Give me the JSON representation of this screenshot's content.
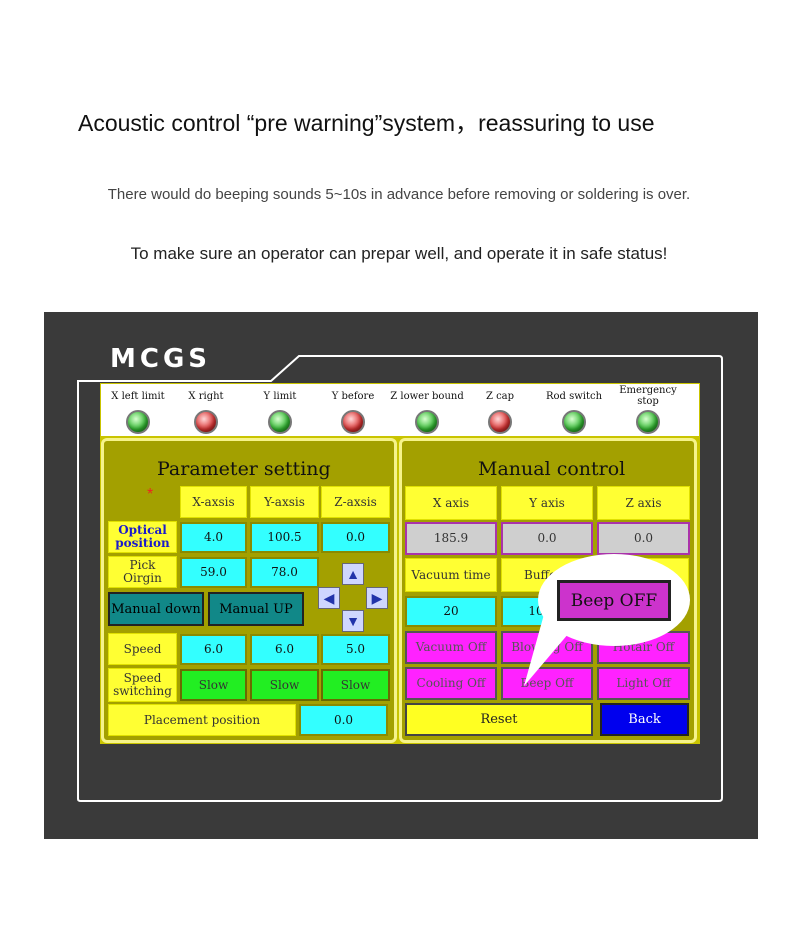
{
  "headline": "Acoustic control “pre warning”system，reassuring to use",
  "subline1": "There would do beeping sounds 5~10s in advance before removing or soldering is over.",
  "subline2": "To make sure an operator can prepar well, and operate it in safe status!",
  "brand": "MCGS",
  "status_indicators": [
    {
      "label": "X left limit",
      "color": "green"
    },
    {
      "label": "X right",
      "color": "red"
    },
    {
      "label": "Y limit",
      "color": "green"
    },
    {
      "label": "Y before",
      "color": "red"
    },
    {
      "label": "Z lower bound",
      "color": "green"
    },
    {
      "label": "Z cap",
      "color": "red"
    },
    {
      "label": "Rod switch",
      "color": "green"
    },
    {
      "label": "Emergency stop",
      "color": "green"
    }
  ],
  "param": {
    "title": "Parameter setting",
    "marker": "*",
    "headers": [
      "X-axsis",
      "Y-axsis",
      "Z-axsis"
    ],
    "optical_label": "Optical position",
    "optical_values": [
      "4.0",
      "100.5",
      "0.0"
    ],
    "pick_label": "Pick Oirgin",
    "pick_values": [
      "59.0",
      "78.0"
    ],
    "manual_down": "Manual down",
    "manual_up": "Manual UP",
    "speed_label": "Speed",
    "speed_values": [
      "6.0",
      "6.0",
      "5.0"
    ],
    "switching_label": "Speed switching",
    "switching_values": [
      "Slow",
      "Slow",
      "Slow"
    ],
    "placement_label": "Placement position",
    "placement_value": "0.0",
    "arrows": {
      "up": "▲",
      "down": "▼",
      "left": "◀",
      "right": "▶"
    }
  },
  "manual": {
    "title": "Manual control",
    "headers": [
      "X axis",
      "Y axis",
      "Z axis"
    ],
    "values": [
      "185.9",
      "0.0",
      "0.0"
    ],
    "vacuum_time_label": "Vacuum time",
    "buffer_label": "Buffer hei",
    "vacuum_time_value": "20",
    "buffer_value": "10",
    "btn_vacuum": "Vacuum Off",
    "btn_blowing": "Blowing Off",
    "btn_hotair": "Hotair Off",
    "btn_cooling": "Cooling Off",
    "btn_beep": "Beep Off",
    "btn_light": "Light Off",
    "reset": "Reset",
    "back": "Back"
  },
  "callout": "Beep OFF",
  "colors": {
    "device": "#3a3a3a",
    "screen": "#c9c400",
    "panel": "#a3a000",
    "cyan": "#33ffff",
    "magenta": "#ff22ff",
    "green": "#22ee22",
    "teal": "#118888",
    "blue": "#0000ee"
  }
}
